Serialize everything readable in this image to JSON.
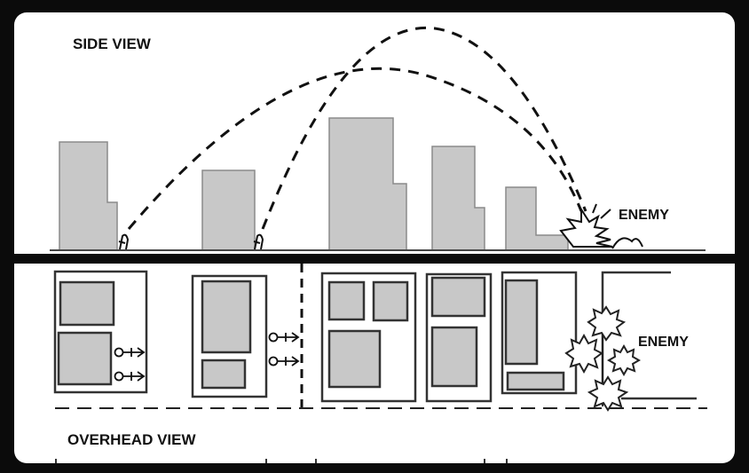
{
  "side_view": {
    "title": "SIDE VIEW",
    "enemy_label": "ENEMY"
  },
  "overhead_view": {
    "title": "OVERHEAD VIEW",
    "enemy_label": "ENEMY"
  },
  "colors": {
    "background": "#0b0b0b",
    "panel": "#ffffff",
    "building": "#c8c8c8",
    "line": "#111111"
  }
}
